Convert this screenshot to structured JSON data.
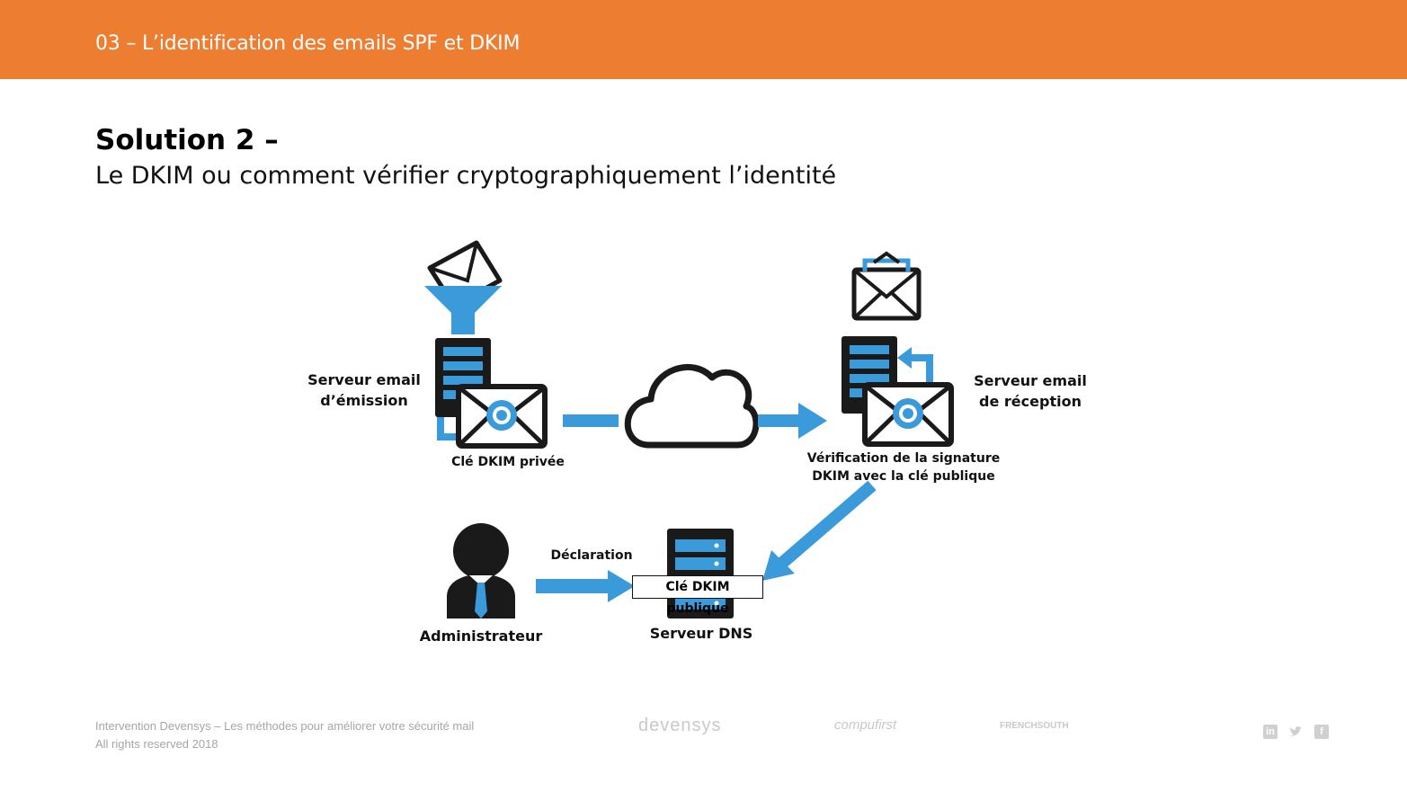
{
  "header": {
    "title": "03 – L’identification des emails SPF et DKIM"
  },
  "slide": {
    "heading": "Solution 2 –",
    "subheading": "Le DKIM ou comment vérifier cryptographiquement l’identité"
  },
  "diagram": {
    "sender_label_line1": "Serveur email",
    "sender_label_line2": "d’émission",
    "private_key_label": "Clé DKIM privée",
    "receiver_label_line1": "Serveur email",
    "receiver_label_line2": "de réception",
    "verify_label_line1": "Vérification de la signature",
    "verify_label_line2": "DKIM avec la clé publique",
    "declaration_label": "Déclaration",
    "public_key_label": "Clé DKIM publique",
    "admin_label": "Administrateur",
    "dns_label": "Serveur DNS",
    "colors": {
      "accent": "#3b9ad9",
      "dark": "#1a1a1a",
      "header": "#ed7d31"
    }
  },
  "footer": {
    "line1": "Intervention Devensys – Les méthodes pour améliorer votre sécurité mail",
    "line2": "All rights reserved 2018",
    "logos": [
      "devensys",
      "compufirst",
      "FRENCHSOUTH"
    ],
    "social_icons": [
      "linkedin-icon",
      "twitter-icon",
      "facebook-icon"
    ]
  }
}
